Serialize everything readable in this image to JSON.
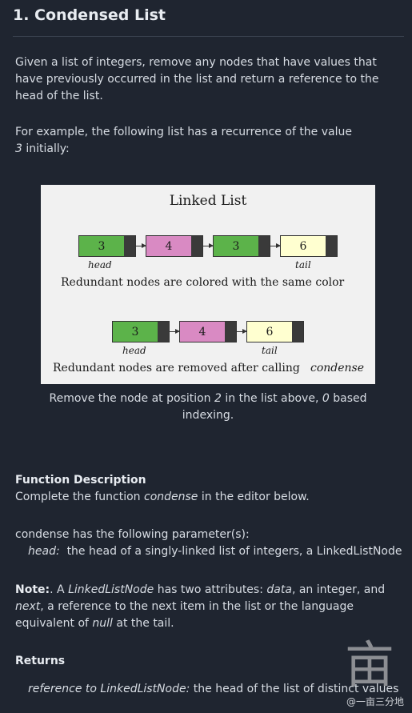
{
  "header": {
    "title": "1. Condensed List"
  },
  "intro": {
    "paragraph1": "Given a list of integers, remove any nodes that have values that have previously occurred in the list and return a reference to the head of the list.",
    "example_prefix": "For example, the following list has a recurrence of the value",
    "example_value": "3",
    "example_suffix": " initially:"
  },
  "figure": {
    "title": "Linked List",
    "list1": {
      "values": [
        "3",
        "4",
        "3",
        "6"
      ],
      "colors": [
        "#5cb34a",
        "#d98ac3",
        "#5cb34a",
        "#ffffd0"
      ]
    },
    "list1_labels": {
      "head": "head",
      "tail": "tail"
    },
    "caption1": "Redundant nodes are colored with the same color",
    "list2": {
      "values": [
        "3",
        "4",
        "6"
      ],
      "colors": [
        "#5cb34a",
        "#d98ac3",
        "#ffffd0"
      ]
    },
    "list2_labels": {
      "head": "head",
      "tail": "tail"
    },
    "caption2": "Redundant nodes are removed after calling",
    "caption2_fn": "condense"
  },
  "figure_caption": {
    "prefix": "Remove the node at position ",
    "position": "2",
    "middle": " in the list above, ",
    "base": "0",
    "suffix": " based indexing."
  },
  "function_description": {
    "heading": "Function Description",
    "text_prefix": "Complete the function ",
    "fn_name": "condense",
    "text_suffix": " in the editor below."
  },
  "parameters": {
    "intro": "condense has the following parameter(s):",
    "param_name": "head:",
    "param_desc": "  the head of a singly-linked list of integers, a LinkedListNode"
  },
  "note": {
    "label": "Note:",
    "t1": ". A ",
    "type": "LinkedListNode",
    "t2": " has two attributes: ",
    "data": "data",
    "t3": ", an integer, and ",
    "next": "next",
    "t4": ", a reference to the next item in the list or the language equivalent of ",
    "null": "null",
    "t5": " at the tail."
  },
  "returns": {
    "heading": "Returns",
    "type": "reference to LinkedListNode:",
    "desc": " the head of the list of distinct values"
  },
  "watermark": {
    "glyph": "亩",
    "text": "@一亩三分地"
  }
}
